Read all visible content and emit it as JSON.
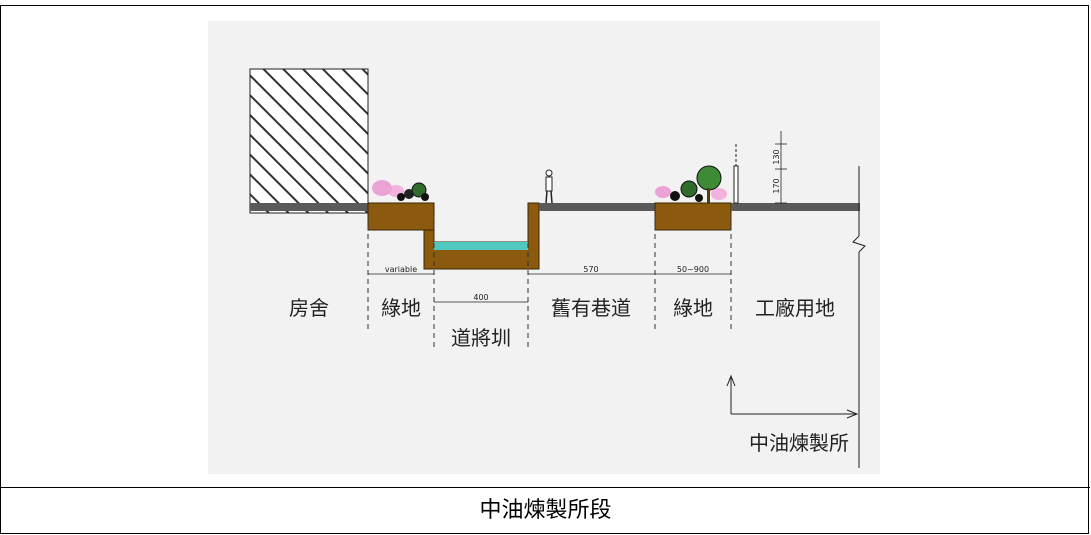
{
  "caption": "中油煉製所段",
  "zones": {
    "house": "房舍",
    "green_left": "綠地",
    "ditch": "道將圳",
    "old_lane": "舊有巷道",
    "green_right": "綠地",
    "factory": "工廠用地"
  },
  "dimensions": {
    "green_left_width": "variable",
    "ditch_width": "400",
    "lane_width": "570",
    "green_right_width": "50~900",
    "height_upper": "130",
    "height_lower": "170"
  },
  "owner_label": "中油煉製所",
  "colors": {
    "soil": "#8B5A0F",
    "water": "#4FC9C0",
    "ground": "#5A5A5A",
    "hatch": "#333333",
    "background_panel": "#F2F2F2"
  }
}
